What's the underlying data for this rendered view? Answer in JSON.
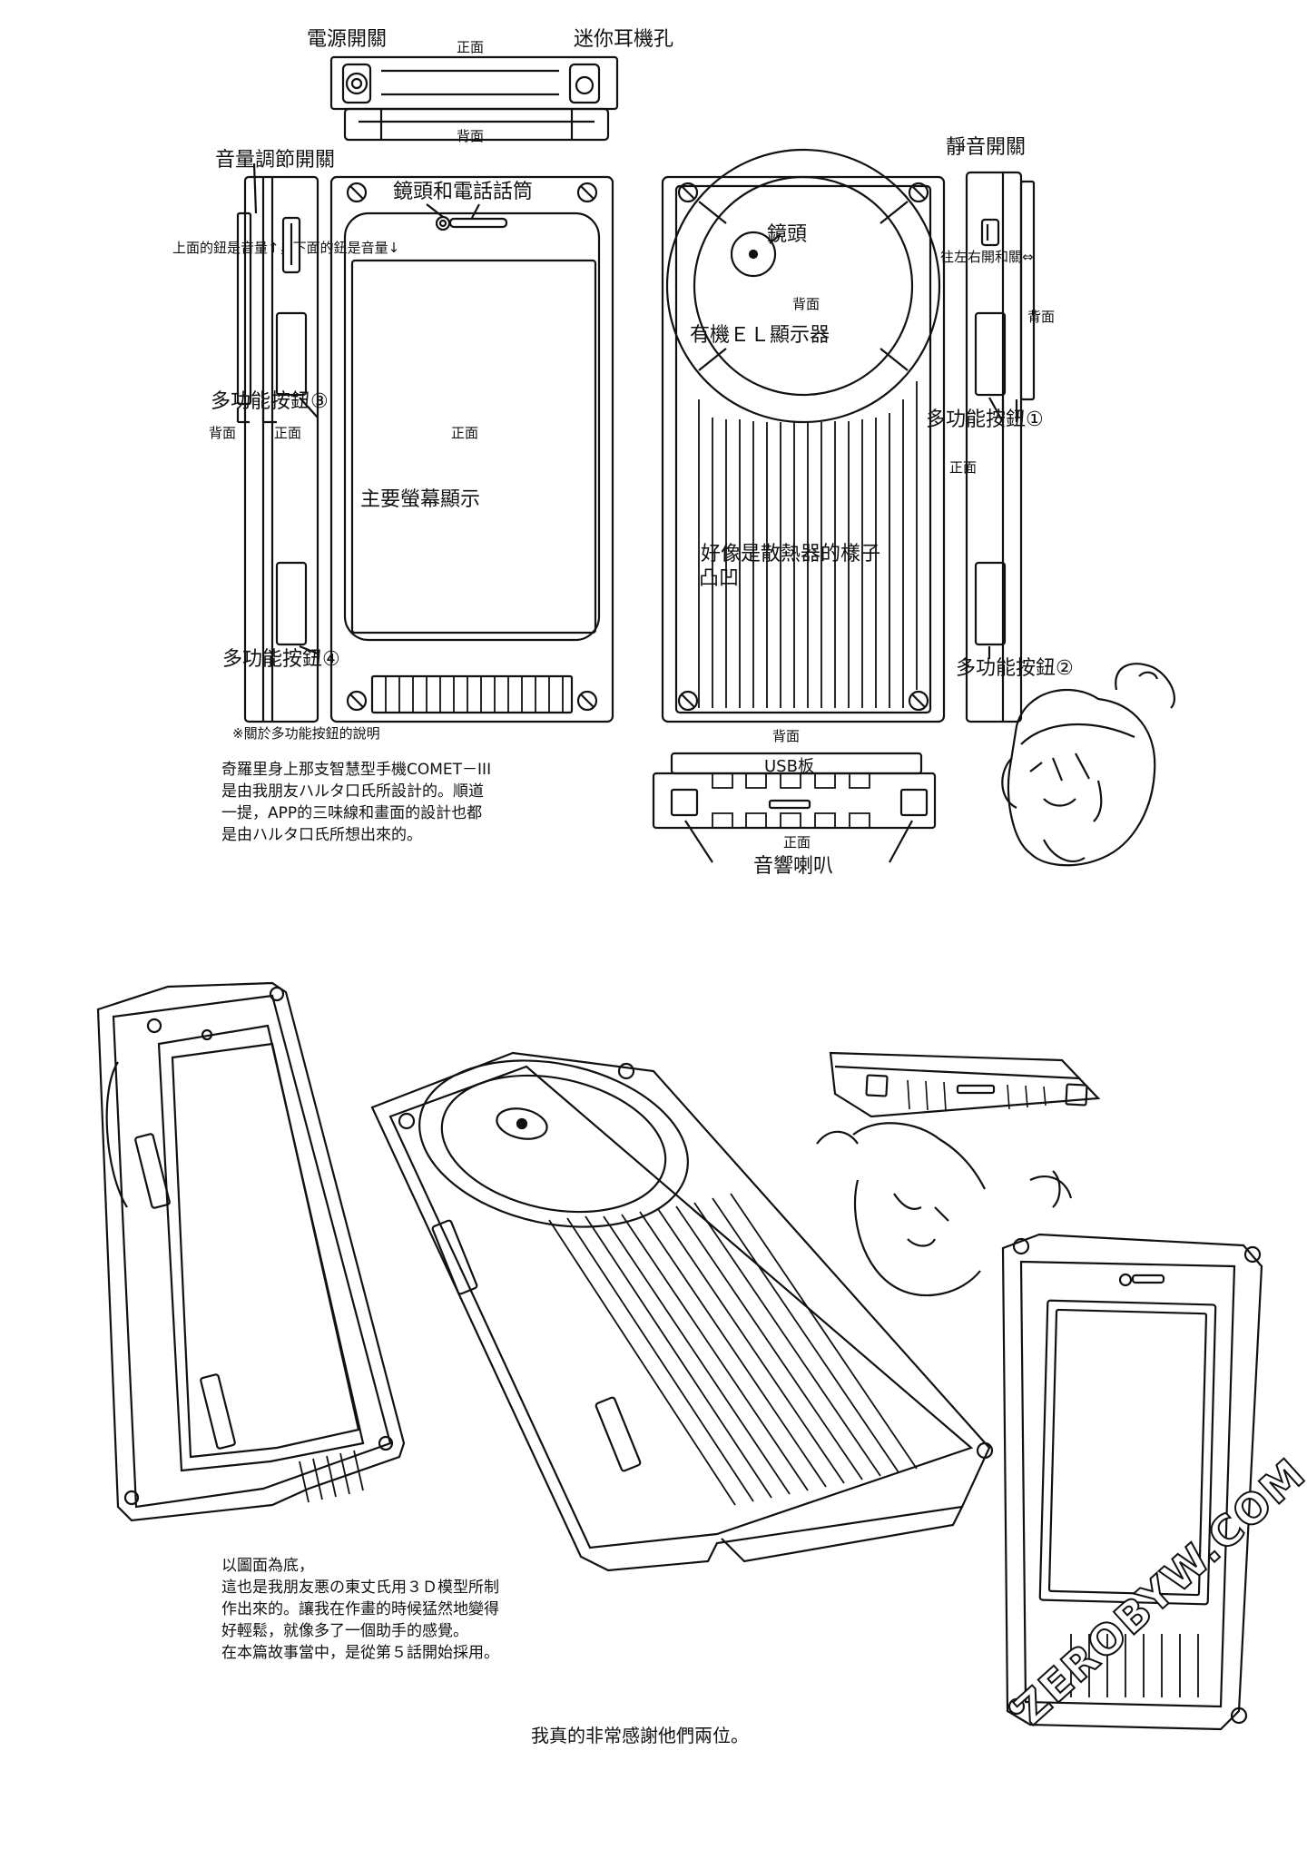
{
  "top_view": {
    "power_switch": "電源開關",
    "front": "正面",
    "mini_jack": "迷你耳機孔",
    "back": "背面"
  },
  "left_side_view": {
    "volume_switch": "音量調節開關",
    "volume_note": "上面的鈕是音量↑，下面的鈕是音量↓",
    "button3": "多功能按鈕③",
    "back": "背面",
    "front": "正面",
    "button4": "多功能按鈕④"
  },
  "front_view": {
    "lens_receiver": "鏡頭和電話話筒",
    "front": "正面",
    "main_screen": "主要螢幕顯示"
  },
  "back_view": {
    "lens": "鏡頭",
    "back": "背面",
    "oled": "有機ＥＬ顯示器",
    "heatsink": "好像是散熱器的樣子",
    "heatsink_symbol": "凸凹"
  },
  "right_side_view": {
    "mute_switch": "靜音開關",
    "mute_note": "往左右開和關⇔",
    "back": "背面",
    "button1": "多功能按鈕①",
    "front": "正面",
    "button2": "多功能按鈕②"
  },
  "bottom_view": {
    "back": "背面",
    "usb": "USB板",
    "front": "正面",
    "speaker": "音響喇叭"
  },
  "buttons_note": "※關於多功能按鈕的說明",
  "paragraph1": [
    "奇羅里身上那支智慧型手機COMET－III",
    "是由我朋友ハルタ口氏所設計的。順道",
    "一提，APP的三味線和畫面的設計也都",
    "是由ハルタ口氏所想出來的。"
  ],
  "paragraph2": [
    "以圖面為底，",
    "這也是我朋友悪の東丈氏用３Ｄ模型所制",
    "作出來的。讓我在作畫的時候猛然地變得",
    "好輕鬆，就像多了一個助手的感覺。",
    "在本篇故事當中，是從第５話開始採用。"
  ],
  "footer": "我真的非常感謝他們兩位。",
  "watermark": "ZEROBYW.COM"
}
